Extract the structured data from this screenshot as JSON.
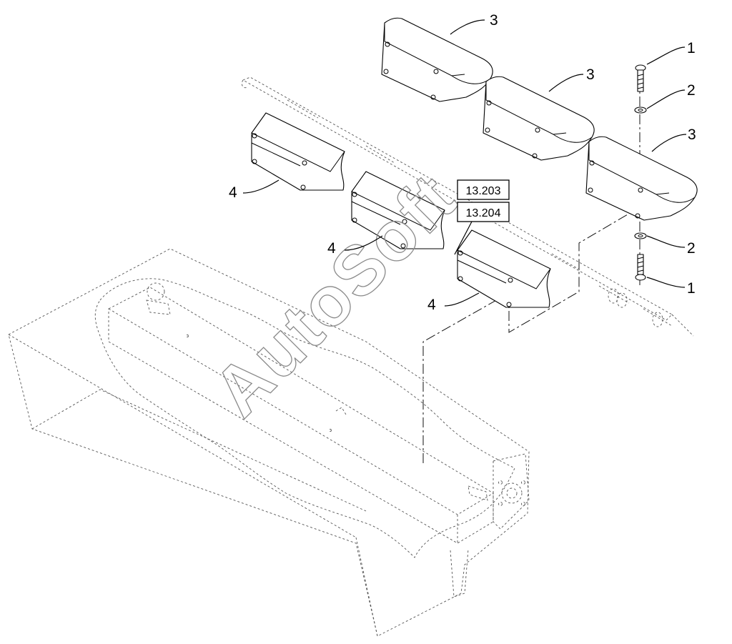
{
  "callouts": [
    {
      "label": "1"
    },
    {
      "label": "2"
    },
    {
      "label": "3"
    },
    {
      "label": "3"
    },
    {
      "label": "3"
    },
    {
      "label": "2"
    },
    {
      "label": "1"
    },
    {
      "label": "4"
    },
    {
      "label": "4"
    },
    {
      "label": "4"
    }
  ],
  "references": [
    {
      "label": "13.203"
    },
    {
      "label": "13.204"
    }
  ],
  "watermark": {
    "text": "AutoSoft"
  }
}
